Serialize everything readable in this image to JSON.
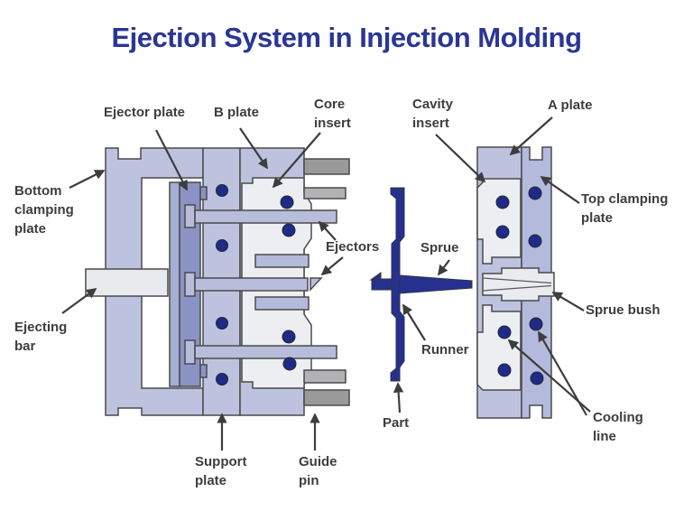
{
  "title": "Ejection System in Injection Molding",
  "colors": {
    "title_navy": "#2b3695",
    "plate_periwinkle": "#bdc3df",
    "plate_periwinkle_dark": "#b3badb",
    "ejector_plate_dark": "#8a93c4",
    "ejector_plate_light": "#a6aed4",
    "pin_periwinkle": "#b7bdda",
    "insert_gray": "#edeef1",
    "guide_pin_dark": "#9a9a9a",
    "guide_pin_light": "#b2b2b4",
    "cooling_dot_navy": "#1e2b87",
    "part_navy": "#26318f",
    "outline": "#4a4a4b",
    "label_gray": "#3d3d3d"
  },
  "labels": {
    "ejector_plate": "Ejector plate",
    "b_plate": "B plate",
    "core_insert": [
      "Core",
      "insert"
    ],
    "cavity_insert": [
      "Cavity",
      "insert"
    ],
    "a_plate": "A plate",
    "bottom_clamping_plate": [
      "Bottom",
      "clamping",
      "plate"
    ],
    "ejecting_bar": [
      "Ejecting",
      "bar"
    ],
    "ejectors": "Ejectors",
    "sprue": "Sprue",
    "runner": "Runner",
    "part": "Part",
    "sprue_bush": "Sprue bush",
    "top_clamping_plate": [
      "Top clamping",
      "plate"
    ],
    "cooling_line": [
      "Cooling",
      "line"
    ],
    "support_plate": [
      "Support",
      "plate"
    ],
    "guide_pin": [
      "Guide",
      "pin"
    ]
  }
}
